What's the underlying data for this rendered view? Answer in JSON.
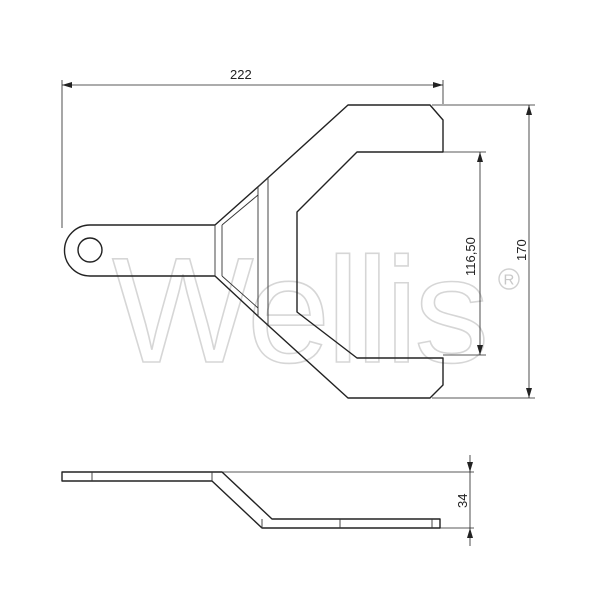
{
  "watermark": {
    "brand": "Wellis",
    "registered": "R"
  },
  "dimensions": {
    "overall_length": "222",
    "overall_height": "170",
    "opening_width": "116,50",
    "offset_height": "34"
  },
  "colors": {
    "line": "#222222",
    "watermark": "#d6d6d6",
    "background": "#ffffff"
  }
}
